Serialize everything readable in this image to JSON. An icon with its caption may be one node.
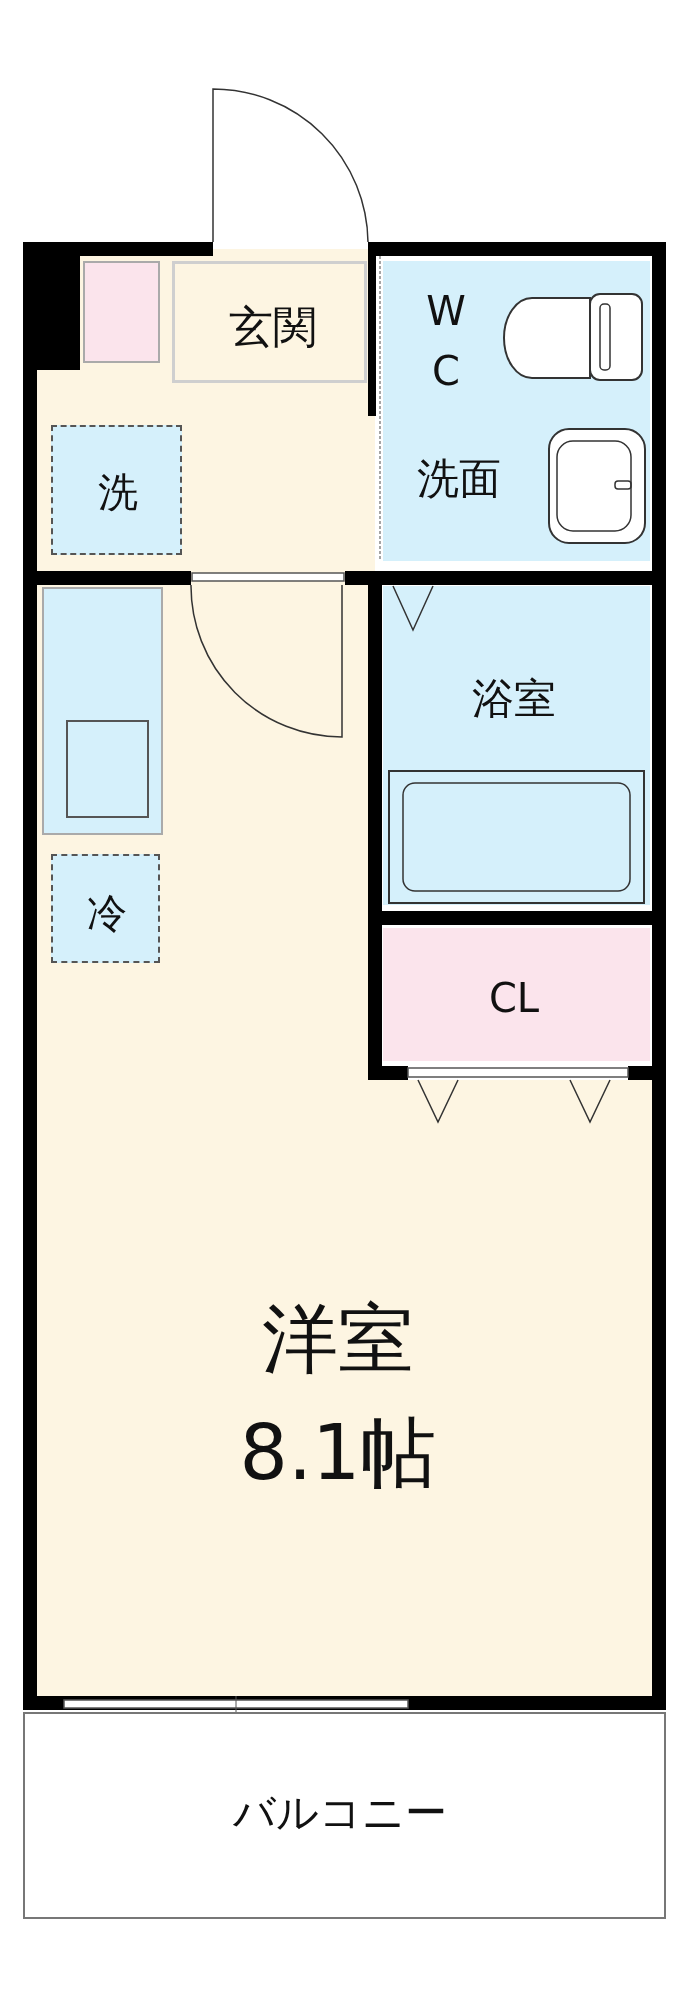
{
  "diagram": {
    "nodes": [
      {
        "text": [],
        "shape": "box"
      },
      {
        "text": [
          "玄関"
        ]
      },
      {
        "text": [
          "WC",
          "洗面"
        ]
      },
      {
        "text": [
          "洗"
        ]
      },
      {
        "text": [],
        "shape": "box"
      },
      {
        "text": [
          "浴室"
        ]
      },
      {
        "text": [
          "冷"
        ]
      },
      {
        "text": [
          "CL"
        ]
      },
      {
        "text": [
          "洋室",
          "8.1帖"
        ]
      },
      {
        "text": [
          "バルコニー"
        ]
      }
    ]
  }
}
